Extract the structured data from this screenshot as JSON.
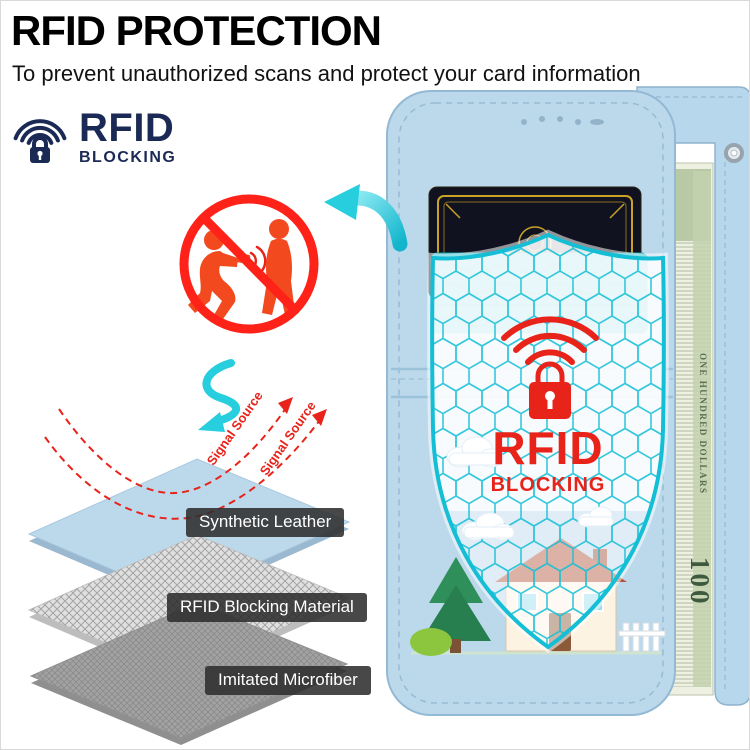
{
  "header": {
    "title": "RFID PROTECTION",
    "subtitle": "To prevent unauthorized scans and protect your card information"
  },
  "logo": {
    "title": "RFID",
    "subtitle": "BLOCKING"
  },
  "shield_badge": {
    "title": "RFID",
    "subtitle": "BLOCKING"
  },
  "layers": {
    "items": [
      {
        "label": "Synthetic Leather"
      },
      {
        "label": "RFID Blocking Material"
      },
      {
        "label": "Imitated Microfiber"
      }
    ]
  },
  "signal_annotations": {
    "left": "Signal Source",
    "right": "Signal Source"
  },
  "banknote": {
    "denomination": "100",
    "side_text": "ONE HUNDRED DOLLARS"
  },
  "icons": {
    "logo_icon": "padlock-with-signal-arcs",
    "shield_icon": "padlock-with-signal-arcs",
    "prohibition_icon": "no-scanning-prohibition-sign",
    "arrow_icons": "teal-curved-arrows"
  },
  "colors": {
    "accent_red": "#e8231a",
    "prohibition_red": "#ff2218",
    "figure_orange": "#f2491f",
    "case_blue": "#bcd9ec",
    "mesh_teal": "#14bfd6",
    "logo_navy": "#1b2a55",
    "label_bg": "#2d2d2d",
    "gold": "#c9a227"
  }
}
